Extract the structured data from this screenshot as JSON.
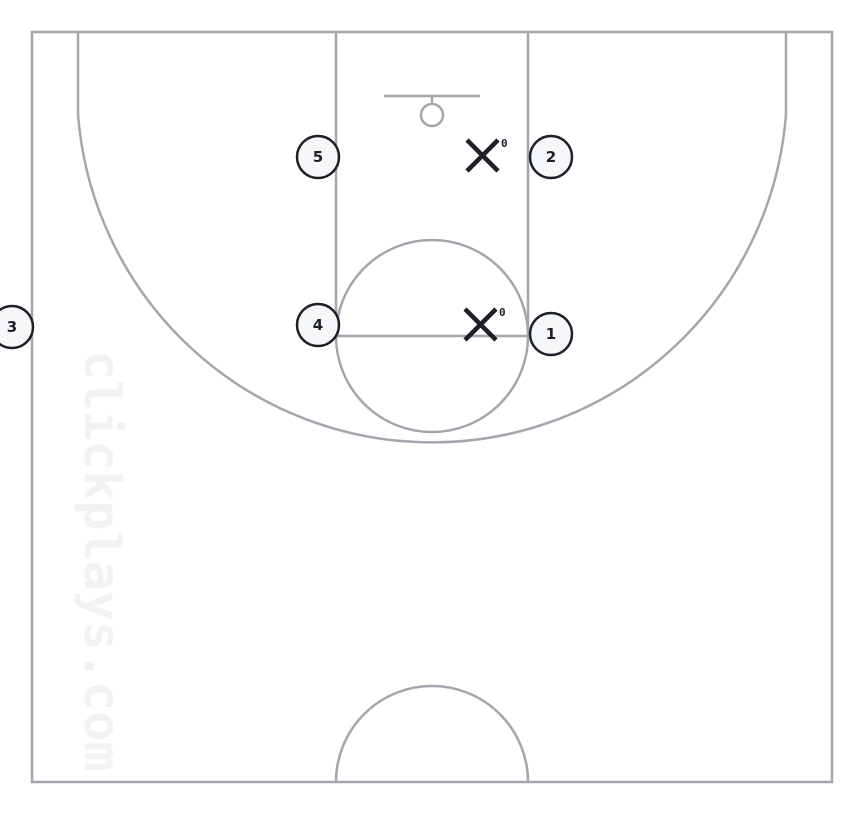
{
  "watermark": "clickplays.com",
  "colors": {
    "court_lines": "#a4a6ae",
    "player": "#1d2028",
    "player_fill": "#f6f7f9",
    "watermark": "#f1f2f4"
  },
  "offense": [
    {
      "number": "1"
    },
    {
      "number": "2"
    },
    {
      "number": "3"
    },
    {
      "number": "4"
    },
    {
      "number": "5"
    }
  ],
  "defense": [
    {
      "label": "0"
    },
    {
      "label": "0"
    }
  ]
}
